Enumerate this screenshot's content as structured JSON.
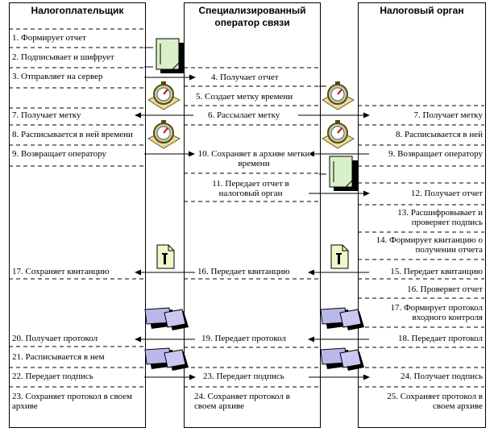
{
  "lanes": {
    "taxpayer": "Налогоплательщик",
    "operator": "Специализированный оператор связи",
    "tax_authority": "Налоговый орган"
  },
  "taxpayer_steps": [
    "1. Формирует отчет",
    "2. Подписывает и шифрует",
    "3. Отправляет на сервер",
    "7. Получает метку",
    "8. Расписывается в ней времени",
    "9. Возвращает оператору",
    "17. Сохраняет квитанцию",
    "20. Получает протокол",
    "21. Расписывается в нем",
    "22. Передает подпись",
    "23. Сохраняет протокол в своем архиве"
  ],
  "operator_steps": [
    "4. Получает отчет",
    "5. Создает метку времени",
    "6. Рассылает метку",
    "10. Сохраняет в архиве метки времени",
    "11. Передает отчет в налоговый орган",
    "16. Передает квитанцию",
    "19. Передает протокол",
    "23. Передает подпись",
    "24. Сохраняет протокол в своем архиве"
  ],
  "tax_steps": [
    "7. Получает метку",
    "8. Расписывается в ней",
    "9. Возвращает оператору",
    "12. Получает отчет",
    "13. Расшифровывает и проверяет подпись",
    "14. Формирует квитанцию о получении отчета",
    "15. Передает квитанцию",
    "16. Проверяет отчет",
    "17. Формирует протокол входного контроля",
    "18. Передает протокол",
    "24. Получает подпись",
    "25. Сохраняет протокол в своем архиве"
  ],
  "icons": [
    "document-icon",
    "stopwatch-icon",
    "receipt-icon",
    "envelope-stack-icon"
  ]
}
